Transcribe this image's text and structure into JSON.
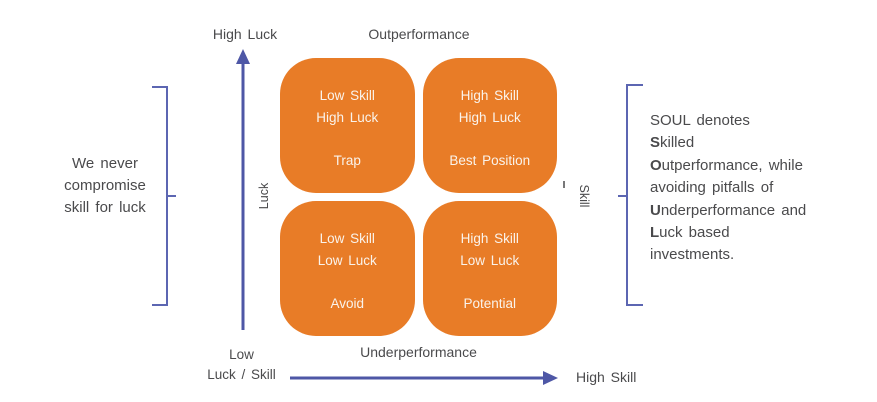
{
  "colors": {
    "orange": "#E87C27",
    "qtext": "#FAF3EB",
    "axis": "#4E57A6",
    "bracket": "#5C66B2",
    "text": "#4A4A4C"
  },
  "axes": {
    "y_top_label": "High Luck",
    "y_axis_label": "Luck",
    "x_axis_label": "Skill",
    "top_label": "Outperformance",
    "bottom_label": "Underperformance",
    "origin_line1": "Low",
    "origin_line2": "Luck / Skill",
    "x_right_label": "High Skill"
  },
  "matrix": {
    "quadrants": [
      {
        "line1": "Low Skill",
        "line2": "High Luck",
        "name": "Trap"
      },
      {
        "line1": "High Skill",
        "line2": "High Luck",
        "name": "Best Position"
      },
      {
        "line1": "Low Skill",
        "line2": "Low Luck",
        "name": "Avoid"
      },
      {
        "line1": "High Skill",
        "line2": "Low Luck",
        "name": "Potential"
      }
    ]
  },
  "left_note": {
    "lines": [
      "We never",
      "compromise",
      "skill for luck"
    ]
  },
  "soul_note": {
    "lines": [
      {
        "bold": "",
        "rest": "SOUL denotes"
      },
      {
        "bold": "S",
        "rest": "killed"
      },
      {
        "bold": "O",
        "rest": "utperformance, while"
      },
      {
        "bold": "",
        "rest": "avoiding pitfalls of"
      },
      {
        "bold": "U",
        "rest": "nderperformance and"
      },
      {
        "bold": "L",
        "rest": "uck based"
      },
      {
        "bold": "",
        "rest": "investments."
      }
    ]
  }
}
